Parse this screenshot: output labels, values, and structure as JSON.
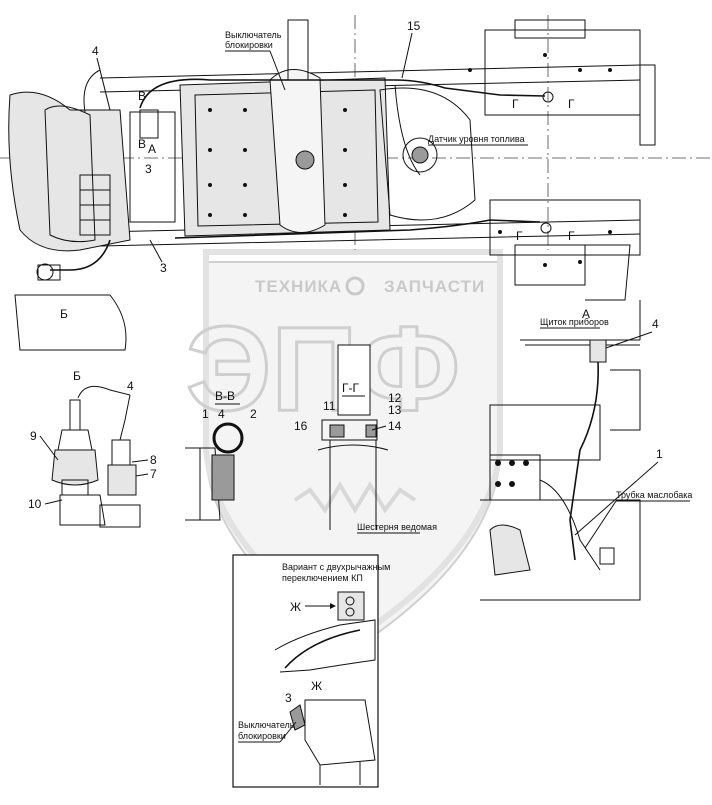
{
  "watermark": {
    "left_word": "ТЕХНИКА",
    "right_word": "ЗАПЧАСТИ",
    "big_letters": "ЭПФ"
  },
  "labels": {
    "switch_blocking_top": [
      "Выключатель",
      "блокировки"
    ],
    "fuel_sensor": "Датчик уровня топлива",
    "instrument_panel": "Щиток приборов",
    "oil_tube": "Трубка маслобака",
    "driven_gear": "Шестерня ведомая",
    "variant": [
      "Вариант с двухрычажным",
      "переключением КП"
    ],
    "switch_blocking_bottom": [
      "Выключатель",
      "блокировки"
    ]
  },
  "views": {
    "A_top": "А",
    "B_top": "В",
    "B_top2": "В",
    "G_top1": "Г",
    "G_top2": "Г",
    "G_mid1": "Г",
    "G_mid2": "Г",
    "B_view": "Б",
    "B_arrow": "Б",
    "A_view": "А",
    "VV": "В-В",
    "GG": "Г-Г",
    "Zh_arrow": "Ж",
    "Zh_view": "Ж"
  },
  "callouts": {
    "n4_top": "4",
    "n15": "15",
    "n3_top": "3",
    "n4_right": "4",
    "n1_right": "1",
    "n4_left": "4",
    "n9": "9",
    "n8": "8",
    "n7": "7",
    "n10": "10",
    "n1_vv": "1",
    "n4_vv": "4",
    "n2_vv": "2",
    "n11": "11",
    "n16": "16",
    "n12": "12",
    "n13": "13",
    "n14": "14",
    "n3_zh": "3"
  }
}
